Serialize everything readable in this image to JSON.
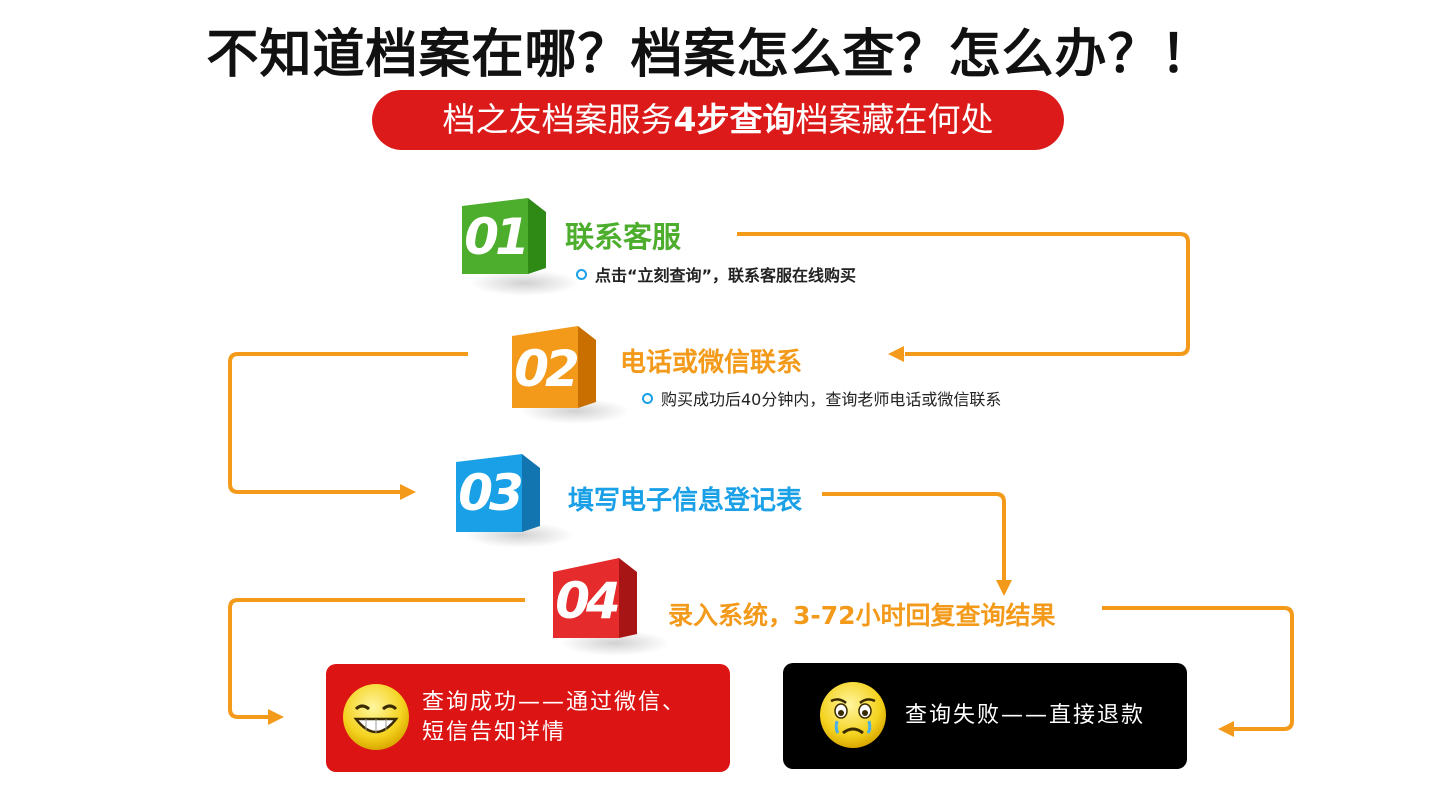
{
  "headline": "不知道档案在哪？档案怎么查？怎么办？！",
  "banner": {
    "pre": "档之友档案服务",
    "bold": "4步查询",
    "post": "档案藏在何处"
  },
  "steps": [
    {
      "number": "01",
      "title": "联系客服",
      "desc": "点击“立刻查询”，联系客服在线购买",
      "color": "#4cae2c"
    },
    {
      "number": "02",
      "title": "电话或微信联系",
      "desc": "购买成功后40分钟内，查询老师电话或微信联系",
      "color": "#f39a1a"
    },
    {
      "number": "03",
      "title": "填写电子信息登记表",
      "desc": "",
      "color": "#1aa0e6"
    },
    {
      "number": "04",
      "title": "录入系统，3-72小时回复查询结果",
      "desc": "",
      "color": "#e52b2b"
    }
  ],
  "results": {
    "success": {
      "line1": "查询成功——通过微信、",
      "line2": "短信告知详情",
      "icon": "laughing-face-icon"
    },
    "failure": {
      "text": "查询失败——直接退款",
      "icon": "crying-face-icon"
    }
  },
  "colors": {
    "arrow": "#f39a1a",
    "banner": "#dd1a1a",
    "success_bg": "#dc1414",
    "failure_bg": "#000000"
  }
}
